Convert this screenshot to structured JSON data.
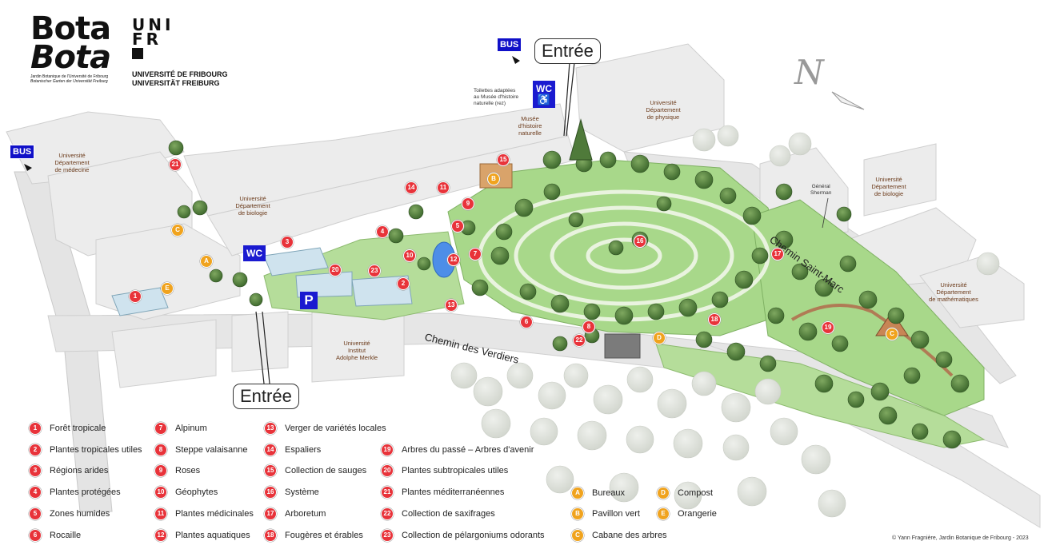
{
  "logo": {
    "bota1": "Bota",
    "bota2": "Bota",
    "subtitle1": "Jardin Botanique de l'Université de Fribourg",
    "subtitle2": "Botanischer Garten der Universität Freiburg",
    "unifr_line1": "UNI",
    "unifr_line2": "FR",
    "uni_name1": "UNIVERSITÉ DE FRIBOURG",
    "uni_name2": "UNIVERSITÄT FREIBURG"
  },
  "signs": {
    "bus": "BUS",
    "wc": "WC",
    "parking": "P",
    "entree": "Entrée"
  },
  "map_labels": {
    "medecine": [
      "Université",
      "Département",
      "de médecine"
    ],
    "biologie_left": [
      "Université",
      "Département",
      "de biologie"
    ],
    "physique": [
      "Université",
      "Département",
      "de physique"
    ],
    "biologie_right": [
      "Université",
      "Département",
      "de biologie"
    ],
    "mathematiques": [
      "Université",
      "Département",
      "de mathématiques"
    ],
    "merkle": [
      "Université",
      "Institut",
      "Adolphe Merkle"
    ],
    "musee": [
      "Musée",
      "d'histoire",
      "naturelle"
    ],
    "toilettes": [
      "Toilettes adaptées",
      "au Musée d'histoire",
      "naturelle (rez)"
    ],
    "sherman": [
      "Général",
      "Sherman"
    ],
    "chemin_saint_marc": "Chemin Saint-Marc",
    "chemin_verdiers": "Chemin des Verdiers",
    "north": "N"
  },
  "legend": [
    {
      "num": "1",
      "label": "Forêt tropicale"
    },
    {
      "num": "2",
      "label": "Plantes tropicales utiles"
    },
    {
      "num": "3",
      "label": "Régions arides"
    },
    {
      "num": "4",
      "label": "Plantes protégées"
    },
    {
      "num": "5",
      "label": "Zones humides"
    },
    {
      "num": "6",
      "label": "Rocaille"
    },
    {
      "num": "7",
      "label": "Alpinum"
    },
    {
      "num": "8",
      "label": "Steppe valaisanne"
    },
    {
      "num": "9",
      "label": "Roses"
    },
    {
      "num": "10",
      "label": "Géophytes"
    },
    {
      "num": "11",
      "label": "Plantes médicinales"
    },
    {
      "num": "12",
      "label": "Plantes aquatiques"
    },
    {
      "num": "13",
      "label": "Verger de variétés locales"
    },
    {
      "num": "14",
      "label": "Espaliers"
    },
    {
      "num": "15",
      "label": "Collection de sauges"
    },
    {
      "num": "16",
      "label": "Système"
    },
    {
      "num": "17",
      "label": "Arboretum"
    },
    {
      "num": "18",
      "label": "Fougères et érables"
    },
    {
      "num": "19",
      "label": "Arbres du passé – Arbres d'avenir"
    },
    {
      "num": "20",
      "label": "Plantes subtropicales utiles"
    },
    {
      "num": "21",
      "label": "Plantes méditerranéennes"
    },
    {
      "num": "22",
      "label": "Collection de saxifrages"
    },
    {
      "num": "23",
      "label": "Collection de pélargoniums odorants"
    }
  ],
  "legend_facilities": [
    {
      "letter": "A",
      "label": "Bureaux"
    },
    {
      "letter": "B",
      "label": "Pavillon vert"
    },
    {
      "letter": "C",
      "label": "Cabane des arbres"
    },
    {
      "letter": "D",
      "label": "Compost"
    },
    {
      "letter": "E",
      "label": "Orangerie"
    }
  ],
  "colors": {
    "badge_red": "#e8333a",
    "badge_orange": "#f0a31e",
    "sign_blue": "#1a1ad0",
    "lawn_green": "#a8d88a",
    "tree_green": "#4f7a3a"
  },
  "copyright": "© Yann Fragnière, Jardin Botanique de Fribourg - 2023"
}
